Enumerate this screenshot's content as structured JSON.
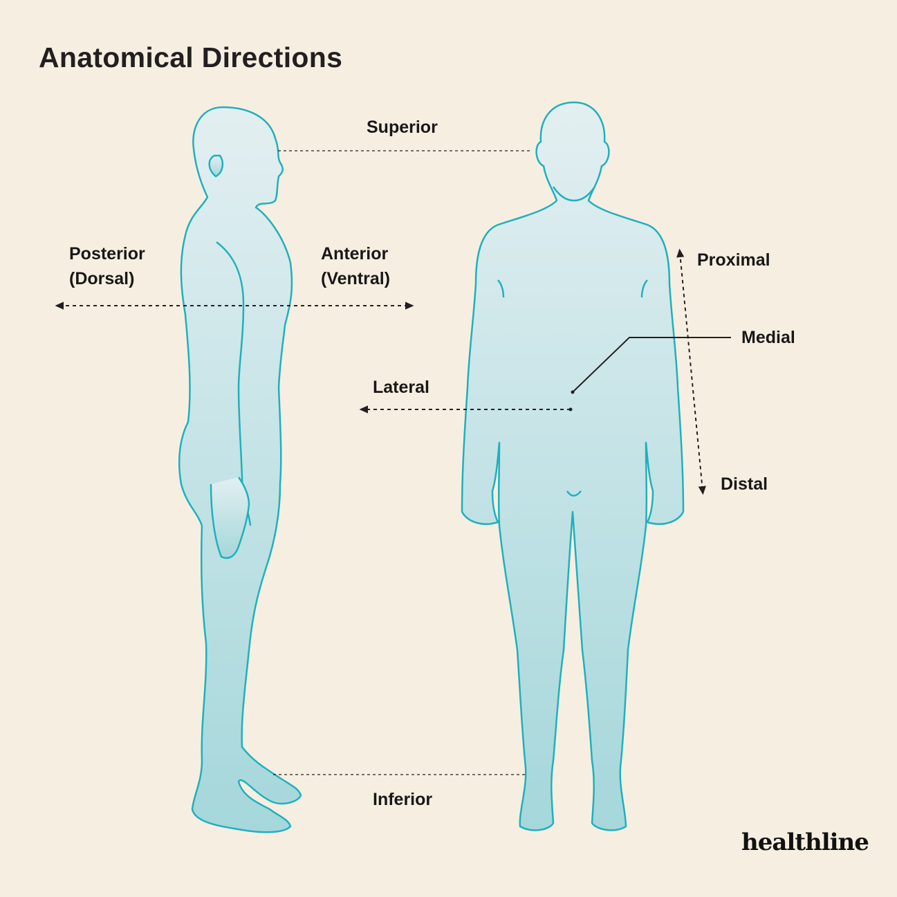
{
  "title": "Anatomical Directions",
  "labels": {
    "superior": "Superior",
    "inferior": "Inferior",
    "posterior": "Posterior",
    "posterior_alt": "(Dorsal)",
    "anterior": "Anterior",
    "anterior_alt": "(Ventral)",
    "lateral": "Lateral",
    "medial": "Medial",
    "proximal": "Proximal",
    "distal": "Distal"
  },
  "brand": "healthline",
  "colors": {
    "background": "#f6efe1",
    "body_fill_top": "#e1eef0",
    "body_fill_bottom": "#a6d8dc",
    "body_outline": "#1fb0bd",
    "text": "#231f20"
  },
  "figures": [
    "side-view-figure",
    "front-view-figure"
  ]
}
